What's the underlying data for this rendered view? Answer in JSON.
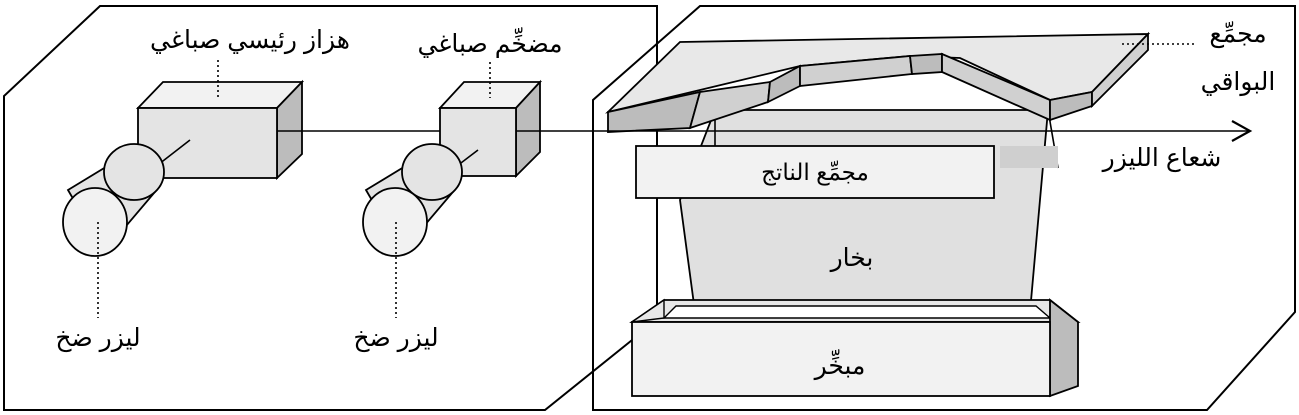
{
  "labels": {
    "main_oscillator": "هزاز رئيسي صباغي",
    "amplifier": "مضخِّم صباغي",
    "pump_laser_left": "ليزر ضخ",
    "pump_laser_right": "ليزر ضخ",
    "residue_collector_line1": "مجمِّع",
    "residue_collector_line2": "البواقي",
    "laser_beam": "شعاع الليزر",
    "product_collector": "مجمِّع الناتج",
    "vapor": "بخار",
    "evaporator": "مبخِّر"
  },
  "colors": {
    "stroke": "#000000",
    "face_light": "#f2f2f2",
    "face_mid": "#dcdcdc",
    "face_dark": "#bcbcbc",
    "vapor_fill": "#e0e0e0",
    "background": "#ffffff"
  }
}
